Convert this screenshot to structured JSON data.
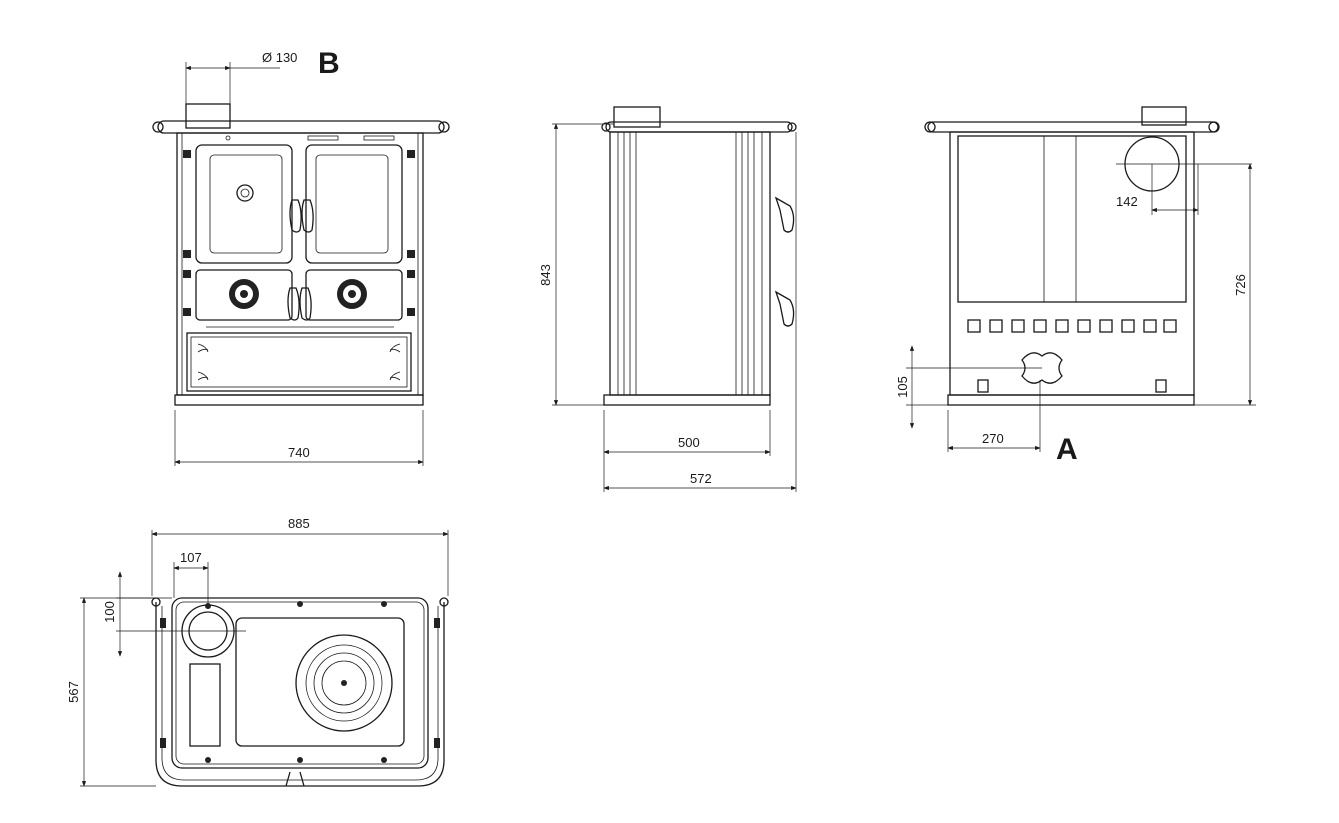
{
  "dimensions": {
    "flue_diameter": "Ø 130",
    "front_width": "740",
    "height": "843",
    "side_depth_body": "500",
    "side_depth_total": "572",
    "rear_flue_offset": "142",
    "rear_flue_height": "726",
    "rear_outlet_height": "105",
    "rear_outlet_offset": "270",
    "top_width": "885",
    "top_flue_x": "107",
    "top_flue_y": "100",
    "top_depth": "567"
  },
  "markers": {
    "front_flue_marker": "B",
    "rear_outlet_marker": "A"
  }
}
